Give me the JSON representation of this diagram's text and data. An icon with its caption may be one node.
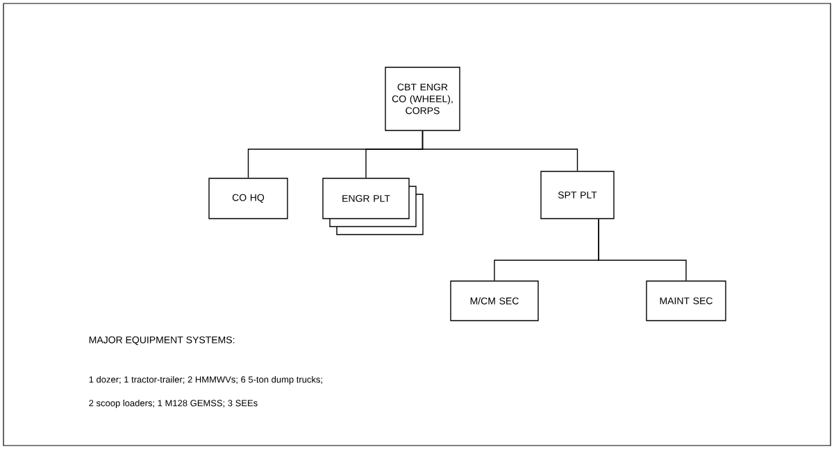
{
  "diagram": {
    "nodes": [
      {
        "text": [
          "CBT ENGR CO (WHEEL), CORPS"
        ]
      },
      {
        "text": [
          "CO HQ"
        ]
      },
      {
        "text": [
          "ENGR PLT"
        ]
      },
      {
        "text": [
          "SPT PLT"
        ]
      },
      {
        "text": [
          "M/CM SEC"
        ]
      },
      {
        "text": [
          "MAINT SEC"
        ]
      }
    ],
    "edges": [
      {
        "from": 0,
        "to": 1,
        "arrow": "none"
      },
      {
        "from": 0,
        "to": 2,
        "arrow": "none"
      },
      {
        "from": 0,
        "to": 3,
        "arrow": "none"
      },
      {
        "from": 3,
        "to": 4,
        "arrow": "none"
      },
      {
        "from": 3,
        "to": 5,
        "arrow": "none"
      }
    ],
    "labels": [
      "MAJOR EQUIPMENT SYSTEMS:",
      "1 dozer; 1 tractor-trailer; 2 HMMWVs; 6 5-ton dump trucks;",
      "2 scoop loaders; 1 M128 GEMSS; 3 SEEs"
    ]
  }
}
